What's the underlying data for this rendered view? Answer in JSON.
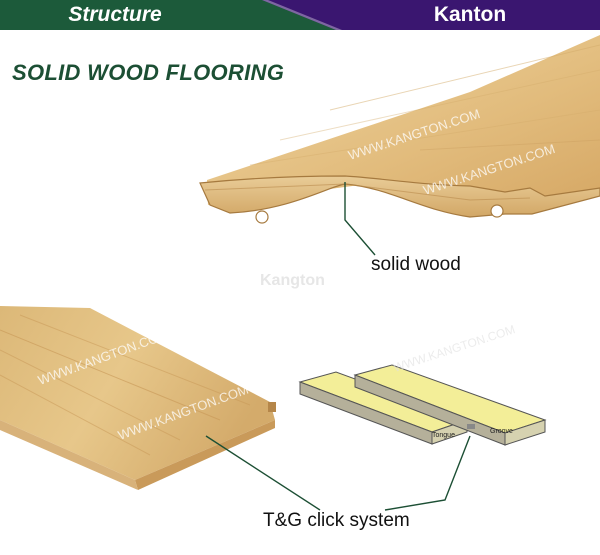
{
  "header": {
    "left_label": "Structure",
    "right_label": "Kanton",
    "left_color": "#1c5a3a",
    "right_color": "#3a1670"
  },
  "title": "SOLID WOOD FLOORING",
  "watermarks": {
    "domain": "WWW.KANGTON.COM",
    "brand": "Kangton"
  },
  "callouts": {
    "solid_wood": "solid wood",
    "tg_click": "T&G click system"
  },
  "diagram_labels": {
    "tongue": "Tongue",
    "groove": "Groove"
  },
  "colors": {
    "wood_light": "#e8c88e",
    "wood_mid": "#d7ad6c",
    "wood_edge": "#c79a5a",
    "panel_yellow": "#f3ee98"
  }
}
